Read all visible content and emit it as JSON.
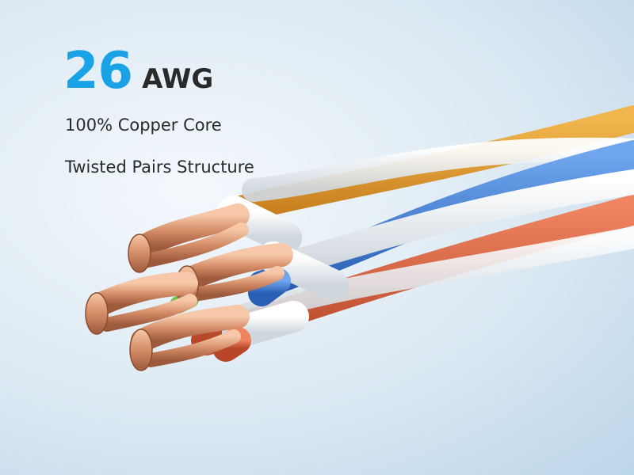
{
  "headline": {
    "number": "26",
    "unit": "AWG"
  },
  "features": [
    "100% Copper Core",
    "Twisted Pairs Structure"
  ],
  "colors": {
    "accent": "#1aa2e6",
    "text": "#2a2a2a",
    "copper": "#d4906c",
    "wire_orange": "#e7a03a",
    "wire_blue": "#3f7fd6",
    "wire_red": "#d8643c",
    "wire_white": "#f2f2f2",
    "wire_green": "#6cbf3a"
  },
  "image": {
    "subject": "twisted-pair-copper-cable-icon"
  }
}
